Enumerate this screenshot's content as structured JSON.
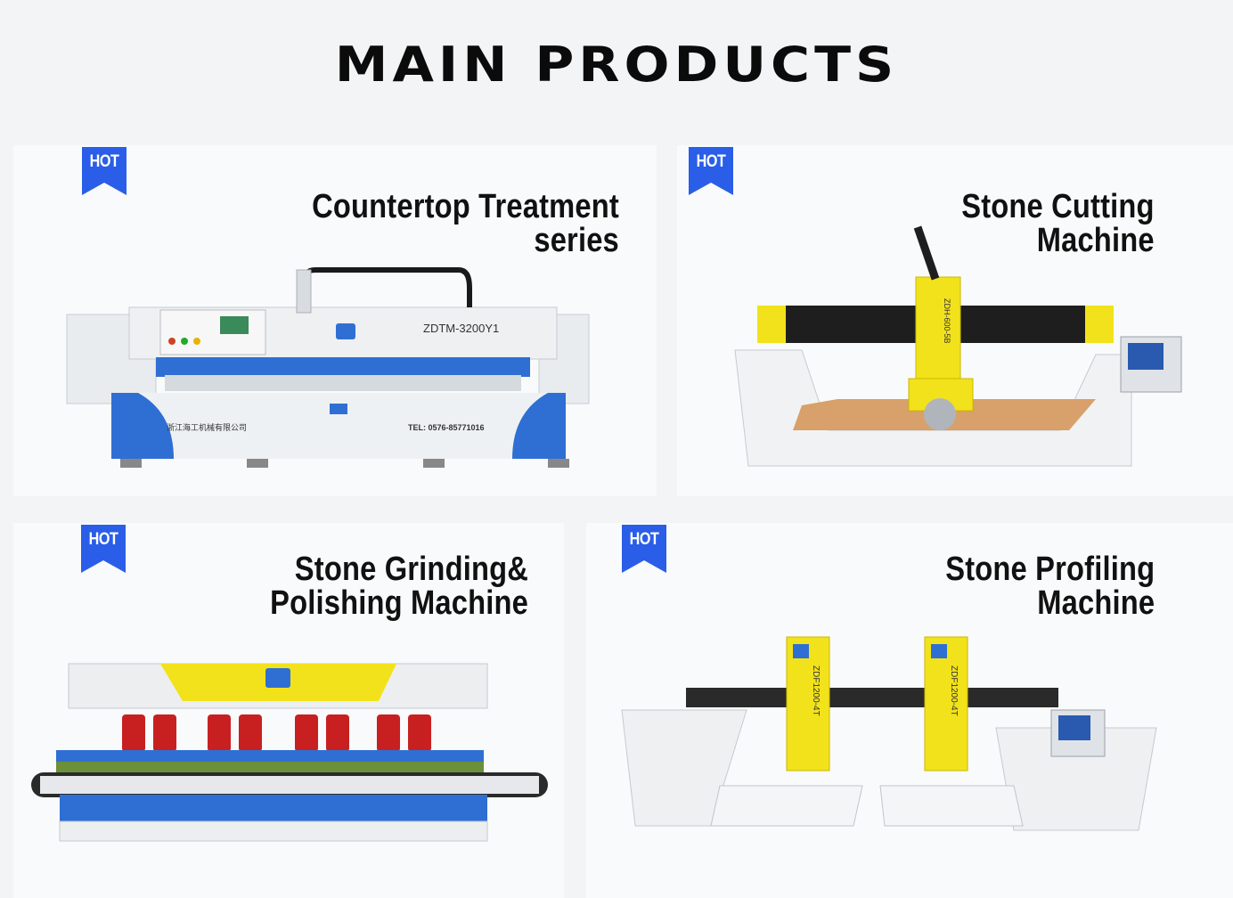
{
  "page": {
    "title": "MAIN PRODUCTS"
  },
  "badge_label": "HOT",
  "products": [
    {
      "title_lines": [
        "Countertop Treatment",
        "series"
      ],
      "model_label": "ZDTM-3200Y1",
      "company_label": "浙江海工机械有限公司",
      "tel_label": "TEL: 0576-85771016"
    },
    {
      "title_lines": [
        "Stone Cutting",
        "Machine"
      ],
      "model_label": "ZDH-600-5B"
    },
    {
      "title_lines": [
        "Stone Grinding&",
        "Polishing Machine"
      ]
    },
    {
      "title_lines": [
        "Stone Profiling",
        "Machine"
      ],
      "model_label": "ZDF1200-4T"
    }
  ],
  "colors": {
    "badge_blue": "#2a5ee8",
    "machine_blue": "#2f6fd3",
    "machine_yellow": "#f2e21b",
    "motor_red": "#c82020"
  }
}
